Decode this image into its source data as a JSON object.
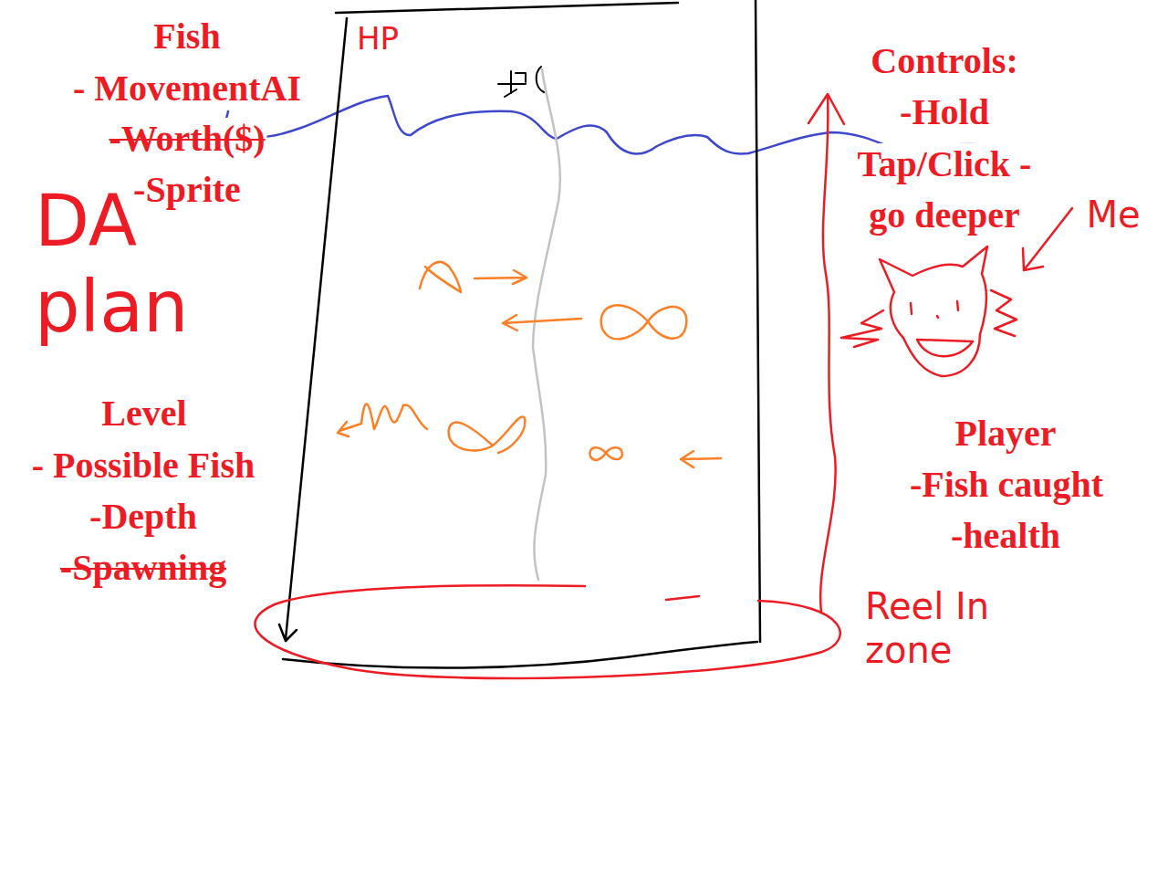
{
  "diagram": {
    "title": "DA plan",
    "nodes": [
      {
        "text": [
          "HP"
        ]
      },
      {
        "text": [
          "Reel In zone"
        ]
      }
    ],
    "labels": [
      "Fish",
      "- MovementAI",
      "-Worth($)",
      "-Sprite",
      "Level",
      "- Possible Fish",
      "-Depth",
      "-Spawning",
      "Controls:",
      "-Hold",
      "Tap/Click -",
      "go deeper",
      "Me",
      "Player",
      "-Fish caught",
      "-health"
    ]
  }
}
